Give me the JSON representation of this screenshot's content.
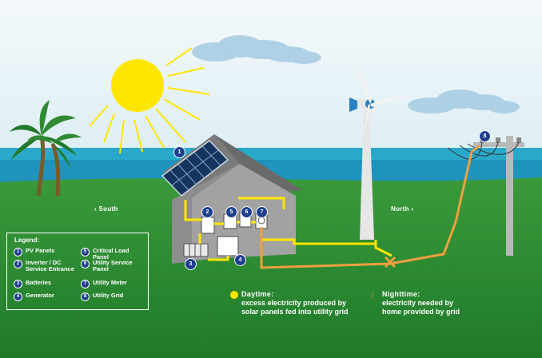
{
  "directions": {
    "south": "South",
    "north": "North"
  },
  "legend": {
    "title": "Legend:",
    "items": [
      {
        "num": "1",
        "label": "PV Panels"
      },
      {
        "num": "2",
        "label": "Inverter / DC Service Entrance"
      },
      {
        "num": "3",
        "label": "Batteries"
      },
      {
        "num": "4",
        "label": "Generator"
      },
      {
        "num": "5",
        "label": "Critical Load Panel"
      },
      {
        "num": "6",
        "label": "Utility Service Panel"
      },
      {
        "num": "7",
        "label": "Utility Meter"
      },
      {
        "num": "8",
        "label": "Utility Grid"
      }
    ]
  },
  "markers": [
    "1",
    "2",
    "3",
    "4",
    "5",
    "6",
    "7",
    "8"
  ],
  "captions": {
    "daytime": {
      "title": "Daytime:",
      "line1": "excess electricity produced by",
      "line2": "solar panels fed into utility grid"
    },
    "nighttime": {
      "title": "Nighttime:",
      "line1": "electricity needed by",
      "line2": "home provided by grid"
    }
  },
  "colors": {
    "sky": "#cfe3ee",
    "sea": "#2aa8c9",
    "grass": "#2f8a32",
    "house": "#9c9c9c",
    "sun": "#ffe600",
    "wire_day": "#ffe600",
    "wire_night": "#f0a040"
  }
}
